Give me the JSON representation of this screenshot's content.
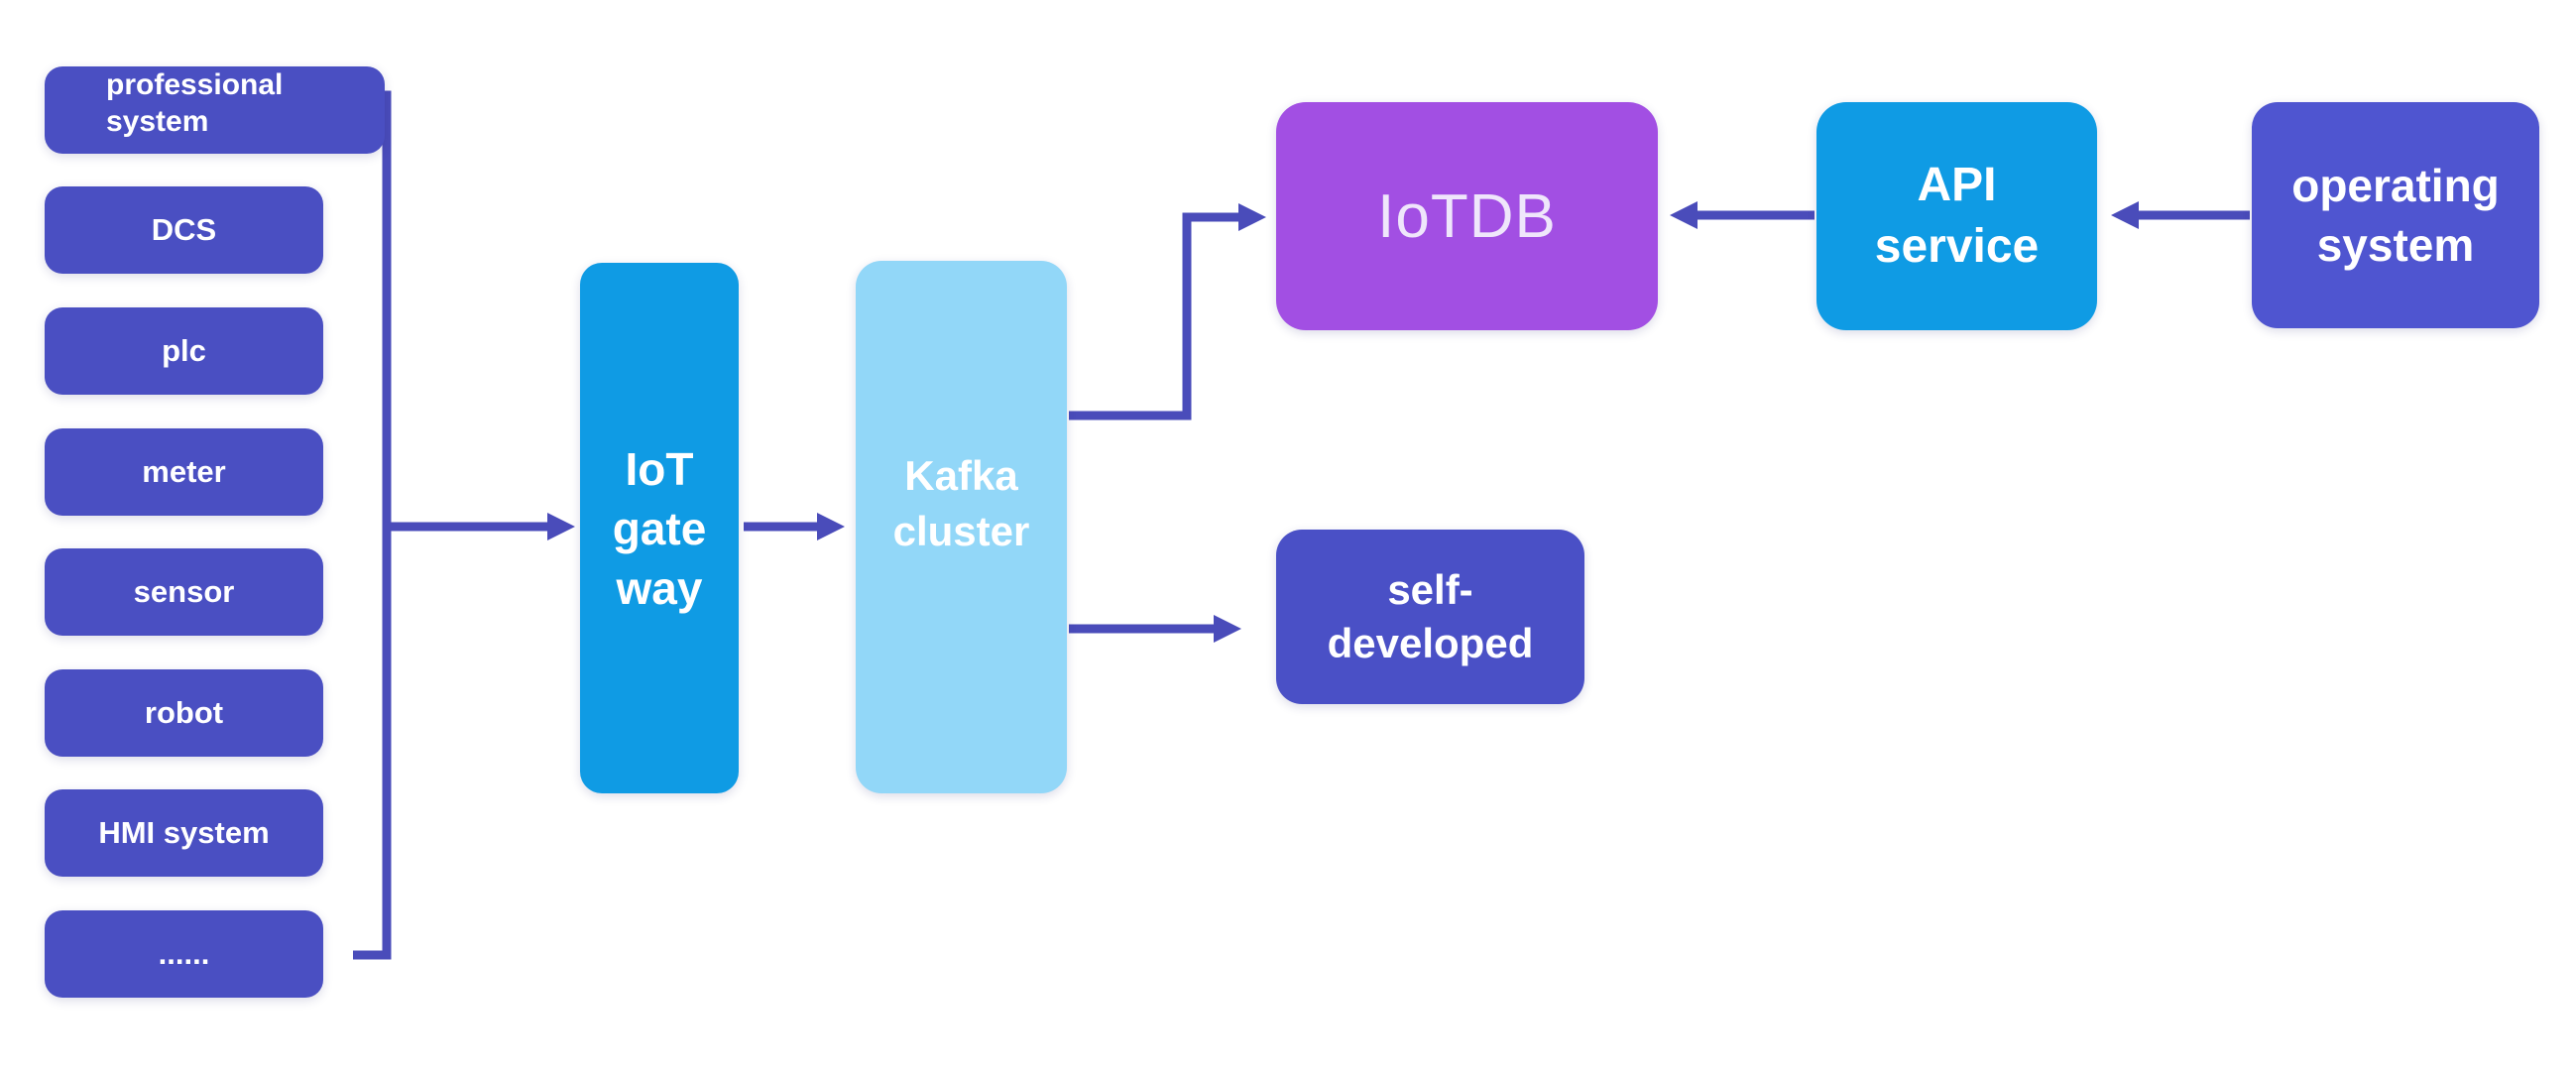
{
  "palette": {
    "bg": "#ffffff",
    "indigo-box": "#4a4fc2",
    "indigo-box-right": "#4f55d0",
    "self-dev-box": "#4a50c6",
    "azure-box": "#0f9be4",
    "light-blue-box": "#92d7f8",
    "purple-box": "#a24fe3",
    "connector": "#4a4cba",
    "text-light": "#ffffff",
    "iotdb-text": "#efe6fb"
  },
  "sources": {
    "items": [
      {
        "lines": [
          "professional",
          "system"
        ]
      },
      {
        "label": "DCS"
      },
      {
        "label": "plc"
      },
      {
        "label": "meter"
      },
      {
        "label": "sensor"
      },
      {
        "label": "robot"
      },
      {
        "label": "HMI system"
      },
      {
        "label": "......"
      }
    ]
  },
  "nodes": {
    "gateway": {
      "lines": [
        "IoT",
        "gate",
        "way"
      ]
    },
    "kafka": {
      "lines": [
        "Kafka",
        "cluster"
      ]
    },
    "iotdb": {
      "label": "IoTDB"
    },
    "api": {
      "lines": [
        "API",
        "service"
      ]
    },
    "os": {
      "lines": [
        "operating",
        "system"
      ]
    },
    "selfdev": {
      "lines": [
        "self-",
        "developed"
      ]
    }
  }
}
